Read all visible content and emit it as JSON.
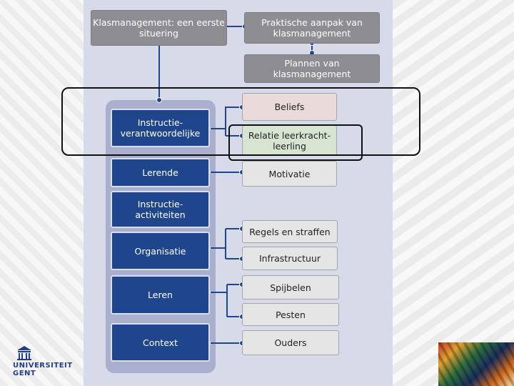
{
  "diagram": {
    "top_left": "Klasmanagement: een eerste\nsituering",
    "top_right": "Praktische aanpak van\nklasmanagement",
    "planning": "Plannen van\nklasmanagement",
    "left_column": [
      "Instructie-\nverantwoordelijke",
      "Lerende",
      "Instructie-\nactiviteiten",
      "Organisatie",
      "Leren",
      "Context"
    ],
    "right_column": [
      "Beliefs",
      "Relatie leerkracht-\nleerling",
      "Motivatie",
      "Regels en straffen",
      "Infrastructuur",
      "Spijbelen",
      "Pesten",
      "Ouders"
    ]
  },
  "logo": {
    "line1": "UNIVERSITEIT",
    "line2": "GENT"
  },
  "colors": {
    "panel": "#d6dae9",
    "dark_blue": "#1f468c",
    "gray": "#8e8e92",
    "column": "#a9afcd"
  }
}
